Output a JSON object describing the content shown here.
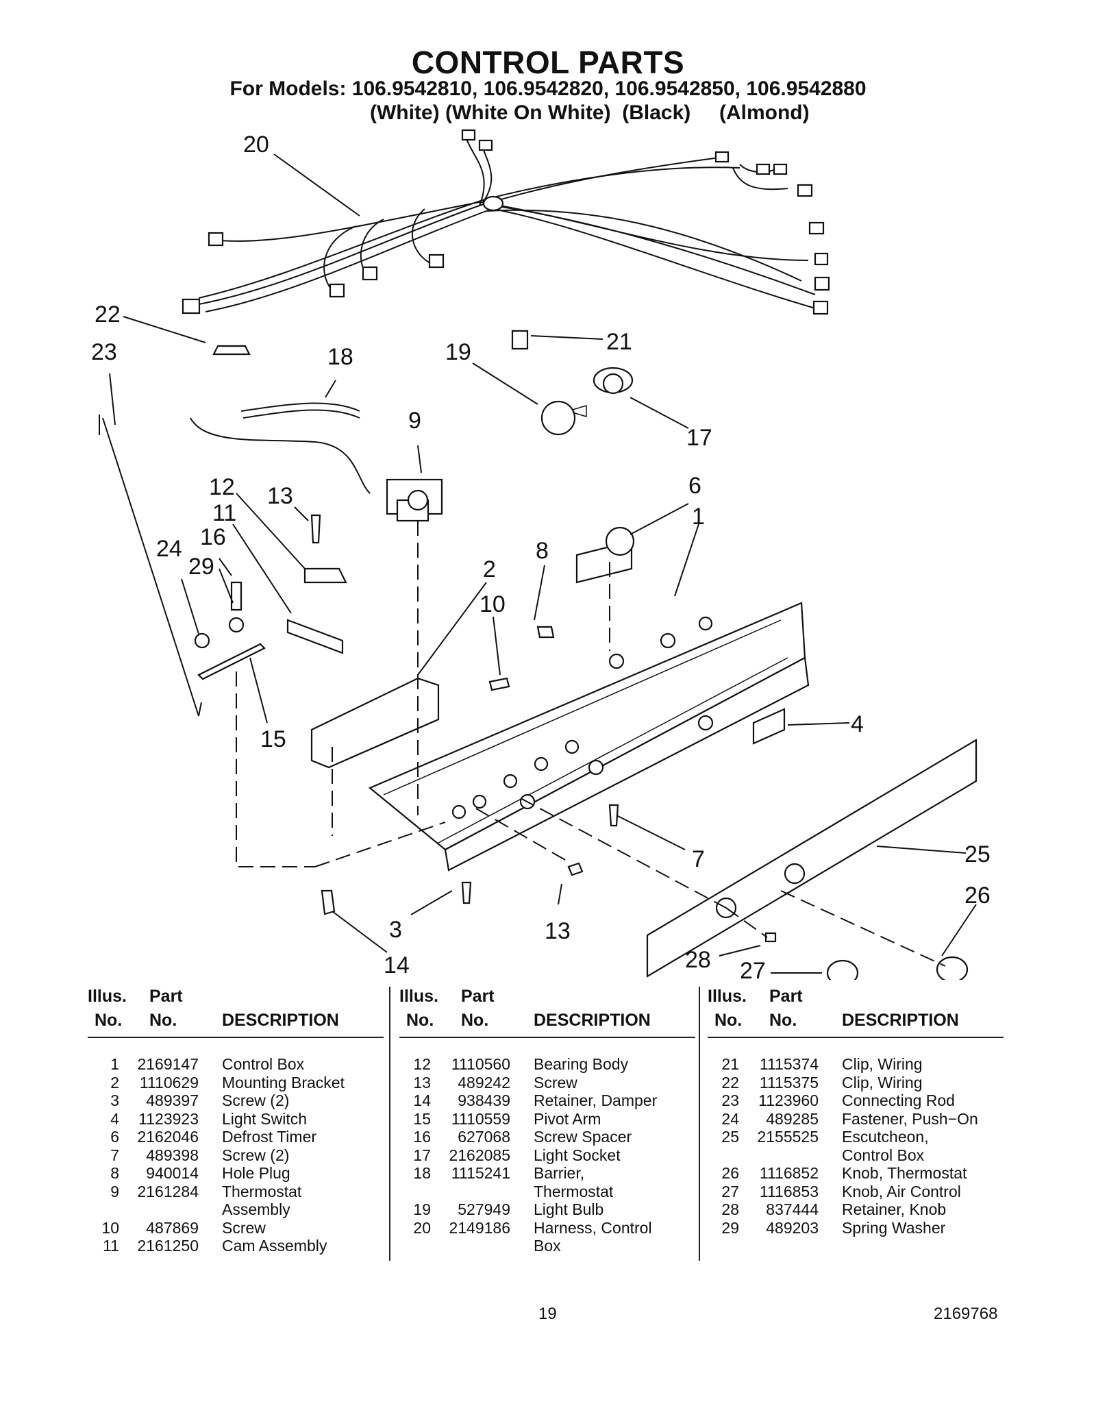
{
  "header": {
    "title": "CONTROL PARTS",
    "models": "For Models: 106.9542810, 106.9542820, 106.9542850, 106.9542880",
    "variants": "(White) (White On White)  (Black)     (Almond)"
  },
  "diagram": {
    "callouts": [
      "20",
      "22",
      "23",
      "18",
      "19",
      "21",
      "17",
      "9",
      "12",
      "13",
      "11",
      "16",
      "24",
      "29",
      "6",
      "1",
      "8",
      "2",
      "10",
      "15",
      "4",
      "25",
      "26",
      "7",
      "3",
      "13",
      "14",
      "28",
      "27"
    ]
  },
  "table_headers": {
    "illus_no_1": "Illus.",
    "illus_no_2": "No.",
    "part_no_1": "Part",
    "part_no_2": "No.",
    "description": "DESCRIPTION"
  },
  "parts_col1": [
    {
      "n": "1",
      "p": "2169147",
      "d": "Control Box"
    },
    {
      "n": "2",
      "p": "1110629",
      "d": "Mounting Bracket"
    },
    {
      "n": "3",
      "p": "489397",
      "d": "Screw (2)"
    },
    {
      "n": "4",
      "p": "1123923",
      "d": "Light Switch"
    },
    {
      "n": "6",
      "p": "2162046",
      "d": "Defrost Timer"
    },
    {
      "n": "7",
      "p": "489398",
      "d": "Screw (2)"
    },
    {
      "n": "8",
      "p": "940014",
      "d": "Hole Plug"
    },
    {
      "n": "9",
      "p": "2161284",
      "d": "Thermostat"
    },
    {
      "n": "",
      "p": "",
      "d": "Assembly"
    },
    {
      "n": "10",
      "p": "487869",
      "d": "Screw"
    },
    {
      "n": "11",
      "p": "2161250",
      "d": "Cam Assembly"
    }
  ],
  "parts_col2": [
    {
      "n": "12",
      "p": "1110560",
      "d": "Bearing Body"
    },
    {
      "n": "13",
      "p": "489242",
      "d": "Screw"
    },
    {
      "n": "14",
      "p": "938439",
      "d": "Retainer, Damper"
    },
    {
      "n": "15",
      "p": "1110559",
      "d": "Pivot Arm"
    },
    {
      "n": "16",
      "p": "627068",
      "d": "Screw Spacer"
    },
    {
      "n": "17",
      "p": "2162085",
      "d": "Light Socket"
    },
    {
      "n": "18",
      "p": "1115241",
      "d": "Barrier,"
    },
    {
      "n": "",
      "p": "",
      "d": "Thermostat"
    },
    {
      "n": "19",
      "p": "527949",
      "d": "Light Bulb"
    },
    {
      "n": "20",
      "p": "2149186",
      "d": "Harness, Control"
    },
    {
      "n": "",
      "p": "",
      "d": "Box"
    }
  ],
  "parts_col3": [
    {
      "n": "21",
      "p": "1115374",
      "d": "Clip, Wiring"
    },
    {
      "n": "22",
      "p": "1115375",
      "d": "Clip, Wiring"
    },
    {
      "n": "23",
      "p": "1123960",
      "d": "Connecting Rod"
    },
    {
      "n": "24",
      "p": "489285",
      "d": "Fastener, Push−On"
    },
    {
      "n": "25",
      "p": "2155525",
      "d": "Escutcheon,"
    },
    {
      "n": "",
      "p": "",
      "d": "Control Box"
    },
    {
      "n": "26",
      "p": "1116852",
      "d": "Knob, Thermostat"
    },
    {
      "n": "27",
      "p": "1116853",
      "d": "Knob, Air Control"
    },
    {
      "n": "28",
      "p": "837444",
      "d": "Retainer, Knob"
    },
    {
      "n": "29",
      "p": "489203",
      "d": "Spring Washer"
    }
  ],
  "footer": {
    "page_number": "19",
    "doc_number": "2169768"
  }
}
